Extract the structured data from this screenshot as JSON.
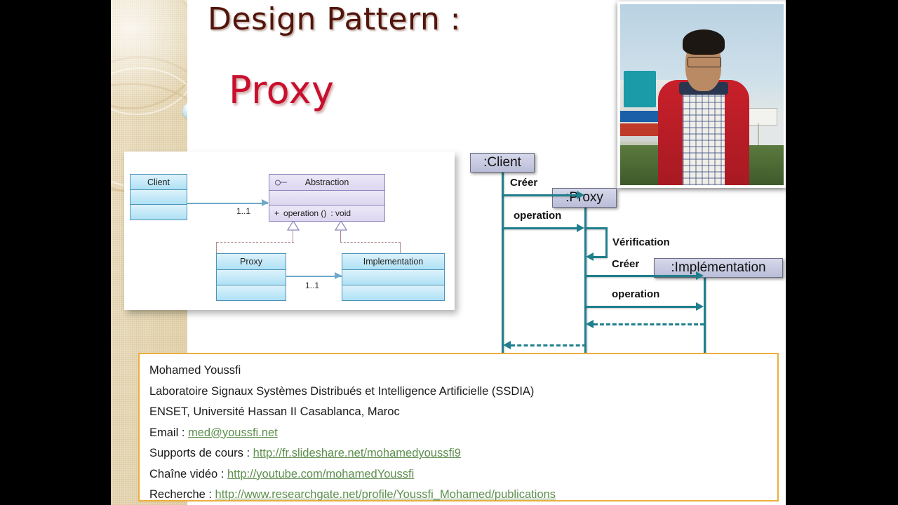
{
  "slide": {
    "title_line1": "Design Pattern :",
    "title_line2": "Proxy",
    "title1_color": "#52140b",
    "title2_color": "#c8102e"
  },
  "photo": {
    "alt": "Portrait photo of presenter wearing a red cardigan"
  },
  "class_diagram": {
    "classes": [
      {
        "name": "Client",
        "stereotype": "class",
        "compartments": [
          "",
          ""
        ]
      },
      {
        "name": "Abstraction",
        "stereotype": "interface",
        "icon": "interface-lollipop-icon",
        "operations": [
          {
            "visibility": "+",
            "signature": "operation ()",
            "return": ": void"
          }
        ]
      },
      {
        "name": "Proxy",
        "stereotype": "class",
        "compartments": [
          "",
          ""
        ]
      },
      {
        "name": "Implementation",
        "stereotype": "class",
        "compartments": [
          "",
          ""
        ]
      }
    ],
    "associations": [
      {
        "from": "Client",
        "to": "Abstraction",
        "multiplicity": "1..1"
      },
      {
        "from": "Proxy",
        "to": "Implementation",
        "multiplicity": "1..1"
      }
    ],
    "realizations": [
      {
        "from": "Proxy",
        "to": "Abstraction"
      },
      {
        "from": "Implementation",
        "to": "Abstraction"
      }
    ]
  },
  "sequence_diagram": {
    "lifelines": [
      {
        "label": ":Client"
      },
      {
        "label": ":Proxy"
      },
      {
        "label": ":Implémentation"
      }
    ],
    "messages": [
      {
        "label": "Créer",
        "from": ":Client",
        "to": ":Proxy",
        "type": "call"
      },
      {
        "label": "operation",
        "from": ":Client",
        "to": ":Proxy",
        "type": "call"
      },
      {
        "label": "Vérification",
        "from": ":Proxy",
        "to": ":Proxy",
        "type": "self"
      },
      {
        "label": "Créer",
        "from": ":Proxy",
        "to": ":Implémentation",
        "type": "call"
      },
      {
        "label": "operation",
        "from": ":Proxy",
        "to": ":Implémentation",
        "type": "call"
      },
      {
        "label": "",
        "from": ":Implémentation",
        "to": ":Proxy",
        "type": "return"
      },
      {
        "label": "",
        "from": ":Proxy",
        "to": ":Client",
        "type": "return"
      }
    ],
    "line_color": "#1f7f8c"
  },
  "info_box": {
    "border_color": "#edad3e",
    "link_color": "#5d8f4e",
    "lines": [
      {
        "text": "Mohamed Youssfi"
      },
      {
        "text": "Laboratoire Signaux Systèmes Distribués et Intelligence Artificielle (SSDIA)"
      },
      {
        "text": "ENSET, Université Hassan II Casablanca, Maroc"
      },
      {
        "label": "Email : ",
        "link": "med@youssfi.net"
      },
      {
        "label": "Supports de cours : ",
        "link": "http://fr.slideshare.net/mohamedyoussfi9"
      },
      {
        "label": "Chaîne vidéo : ",
        "link": "http://youtube.com/mohamedYoussfi"
      },
      {
        "label": "Recherche : ",
        "link": "http://www.researchgate.net/profile/Youssfi_Mohamed/publications"
      }
    ]
  }
}
